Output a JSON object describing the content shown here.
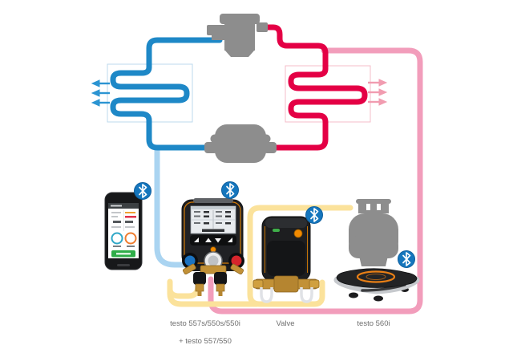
{
  "diagram": {
    "type": "refrigeration-circuit-with-testo-devices",
    "labels": {
      "manifold_line1": "testo 557s/550s/550i",
      "manifold_line2": "+ testo 557/550",
      "valve": "Valve",
      "scale": "testo 560i"
    },
    "colors": {
      "suction_line_blue": "#1e88c7",
      "hose_light_blue": "#aad4f1",
      "discharge_line_red": "#e40045",
      "hose_pink": "#f29dbb",
      "hose_yellow": "#fbe29b",
      "component_gray": "#8d8d8d",
      "bluetooth_blue": "#1576bd",
      "accent_orange": "#f18a00",
      "app_button_green": "#2fae49"
    },
    "icons": [
      "bluetooth-icon",
      "bluetooth-icon",
      "bluetooth-icon",
      "bluetooth-icon"
    ],
    "components": [
      "compressor",
      "evaporator-coil",
      "condenser-coil",
      "filter-drier",
      "smartphone-app",
      "digital-manifold",
      "valve",
      "refrigerant-cylinder",
      "refrigerant-scale"
    ]
  }
}
